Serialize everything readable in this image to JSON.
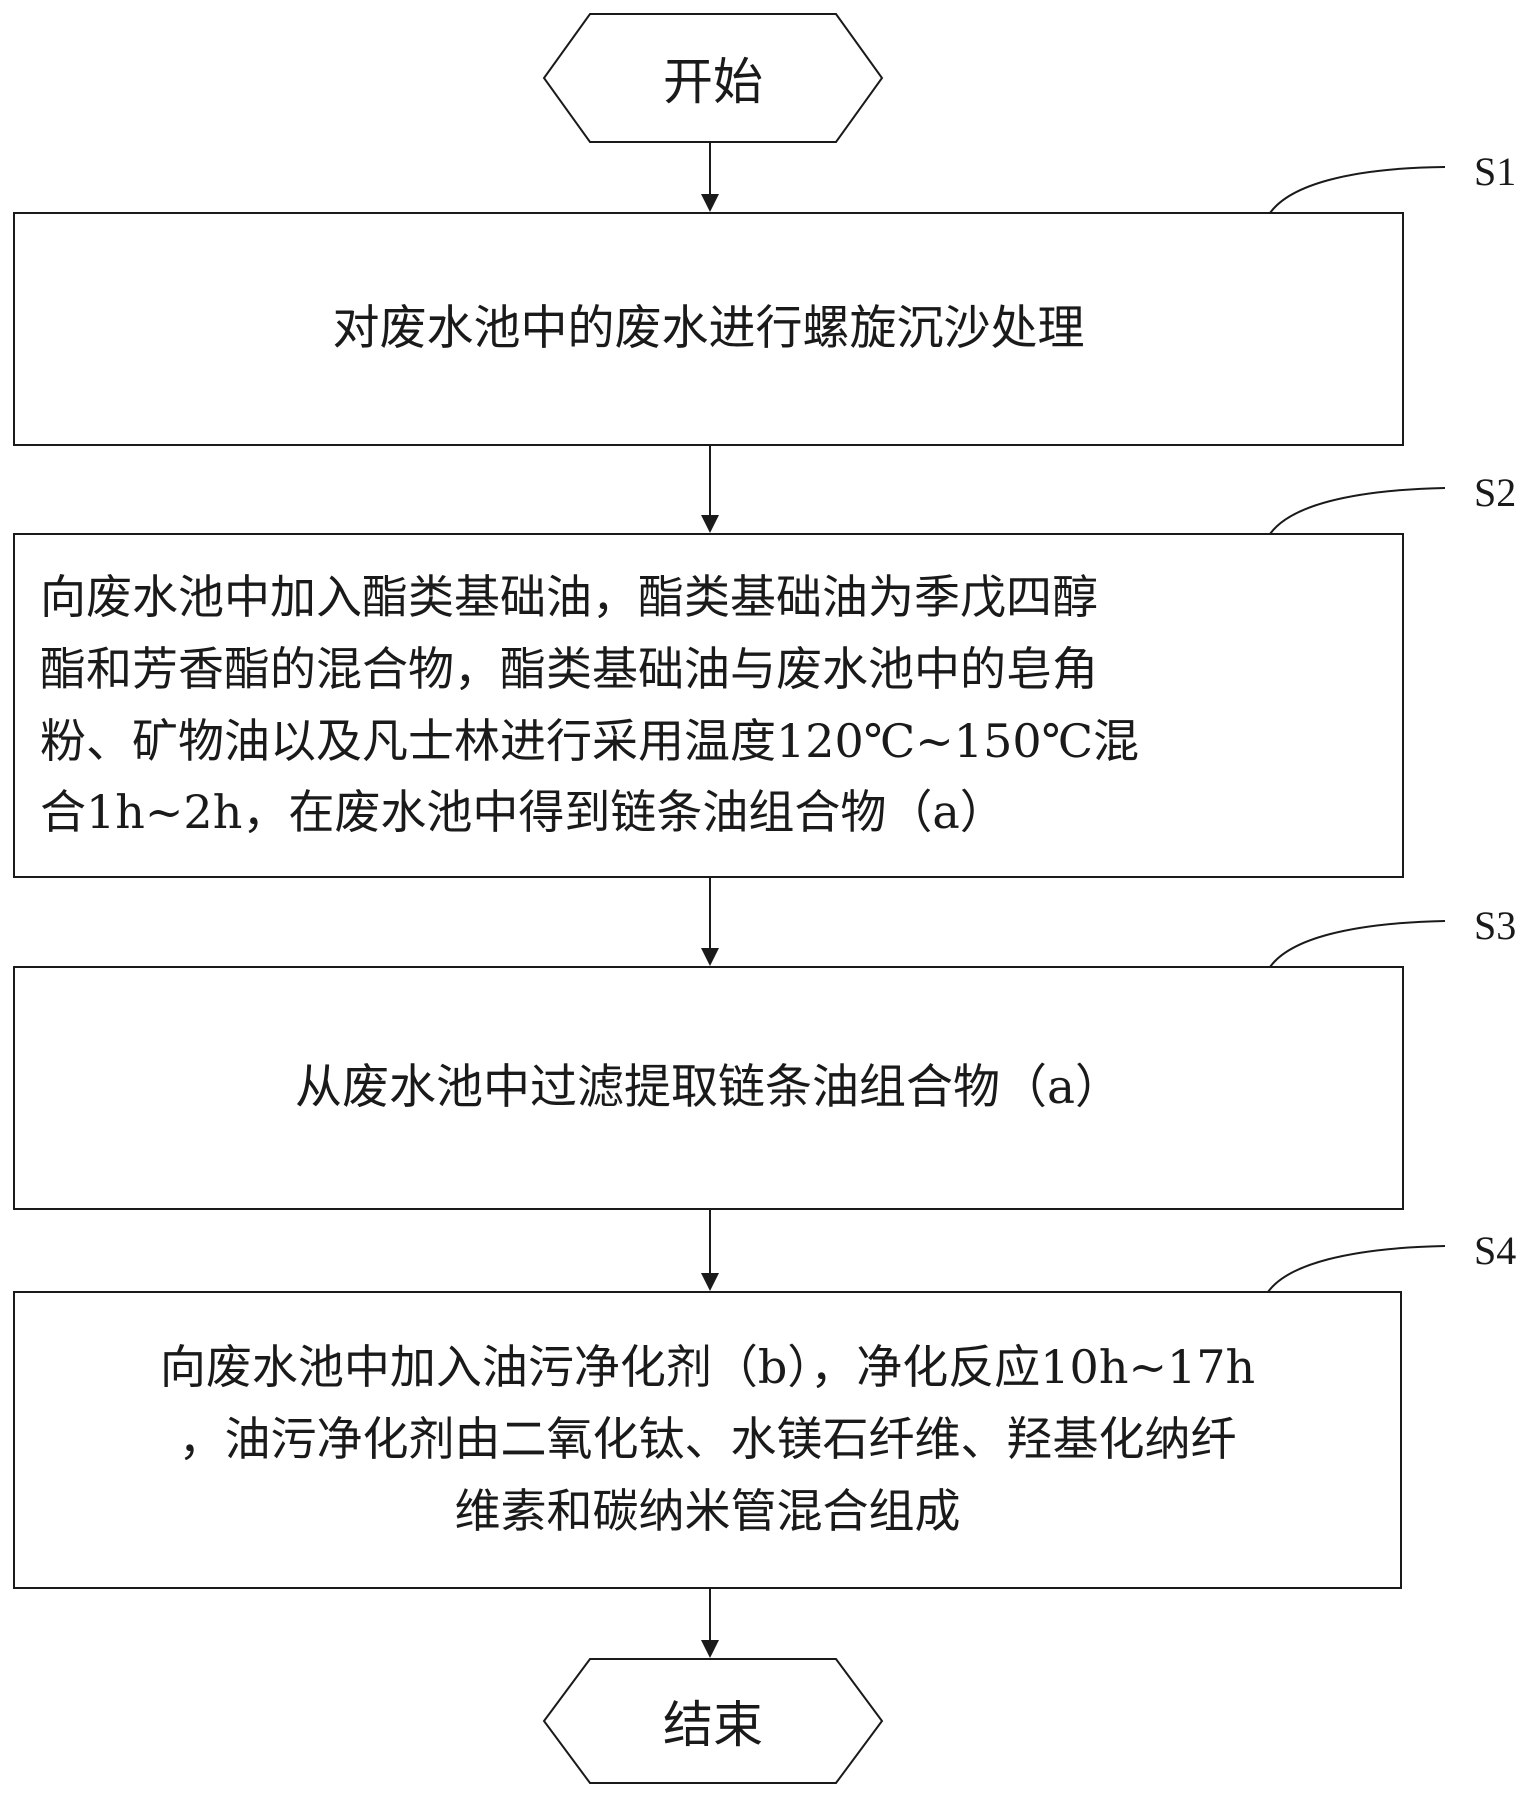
{
  "start": {
    "label": "开始"
  },
  "end": {
    "label": "结束"
  },
  "steps": [
    {
      "id": "S1",
      "text": "对废水池中的废水进行螺旋沉沙处理"
    },
    {
      "id": "S2",
      "text": "向废水池中加入酯类基础油，酯类基础油为季戊四醇\n酯和芳香酯的混合物，酯类基础油与废水池中的皂角\n粉、矿物油以及凡士林进行采用温度120℃~150℃混\n合1h~2h，在废水池中得到链条油组合物（a）"
    },
    {
      "id": "S3",
      "text": "从废水池中过滤提取链条油组合物（a）"
    },
    {
      "id": "S4",
      "text": "向废水池中加入油污净化剂（b），净化反应10h~17h\n，油污净化剂由二氧化钛、水镁石纤维、羟基化纳纤\n维素和碳纳米管混合组成"
    }
  ]
}
